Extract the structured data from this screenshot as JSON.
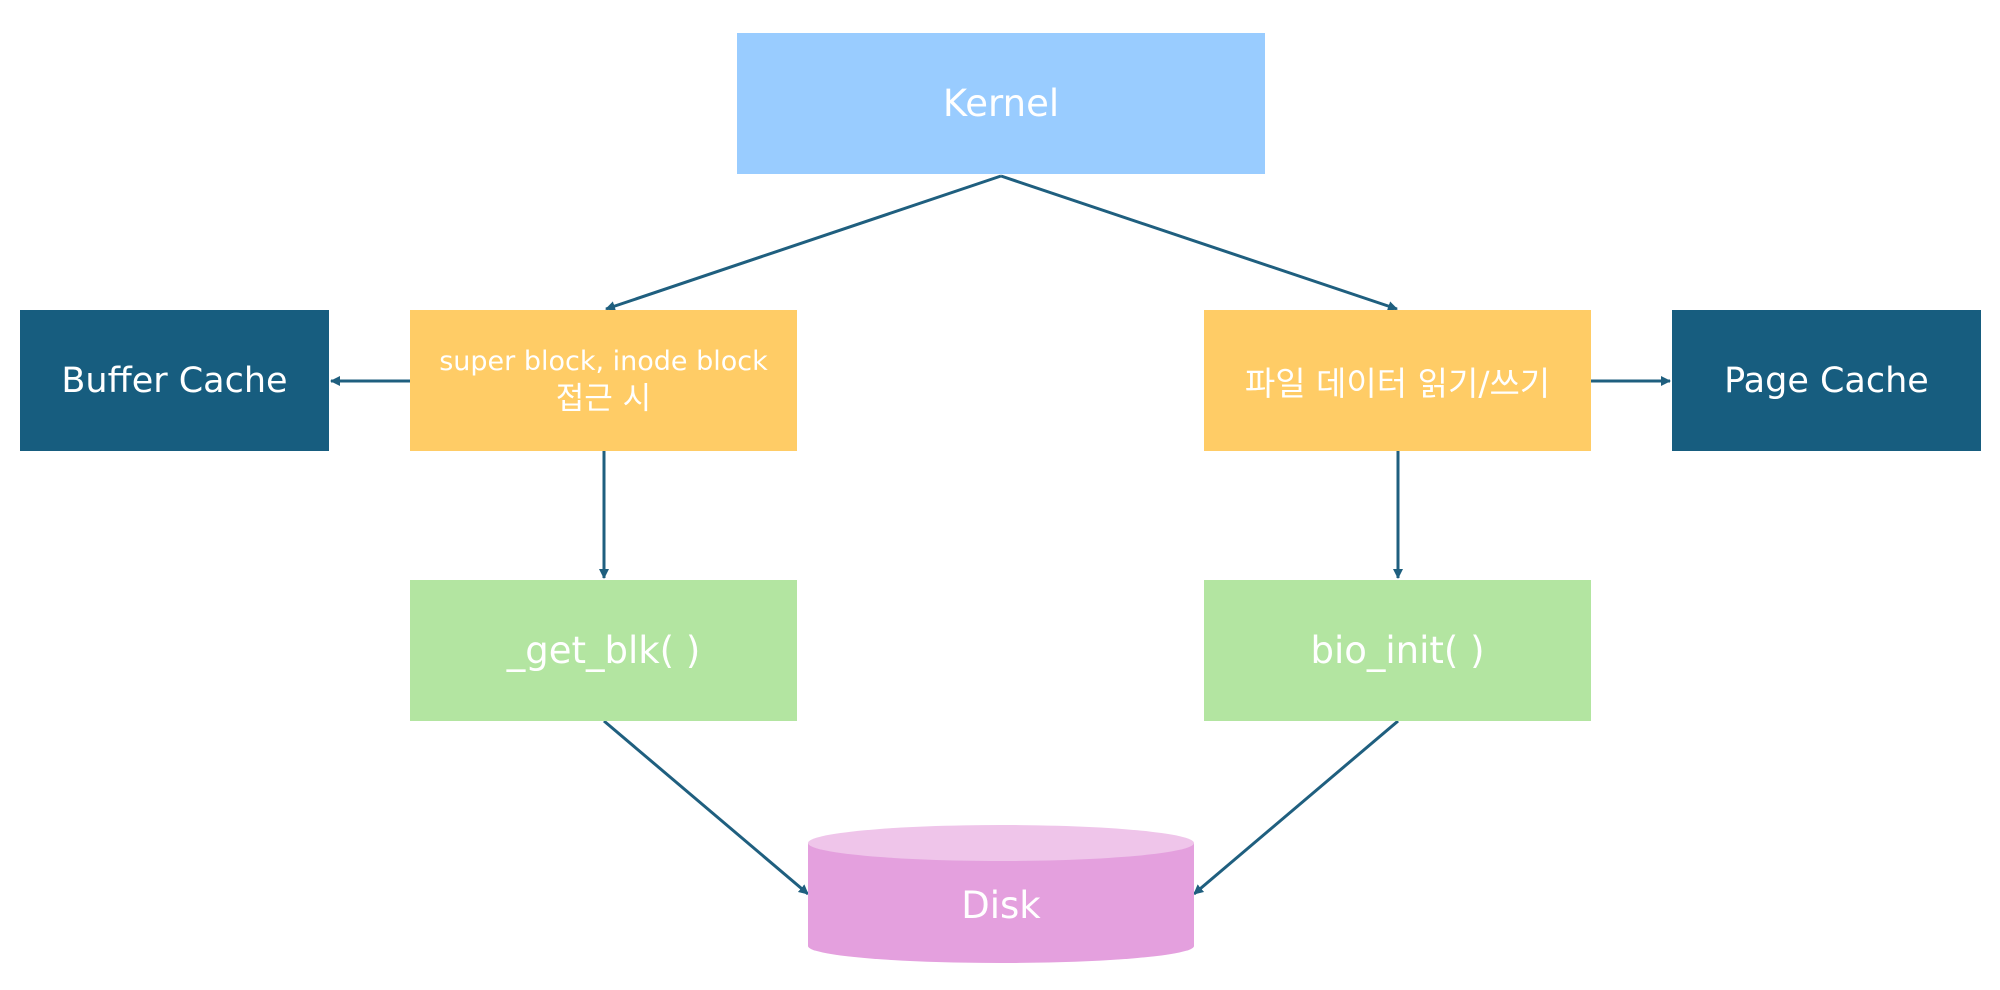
{
  "diagram": {
    "nodes": {
      "kernel": "Kernel",
      "access_line1": "super block, inode block",
      "access_line2": "접근 시",
      "file_data": "파일 데이터 읽기/쓰기",
      "buffer_cache": "Buffer Cache",
      "page_cache": "Page Cache",
      "get_blk": "_get_blk( )",
      "bio_init": "bio_init( )",
      "disk": "Disk"
    },
    "colors": {
      "kernel": "#99ccff",
      "process": "#ffcc66",
      "cache": "#175d7f",
      "function": "#b3e5a1",
      "disk_body": "#e4a0de",
      "disk_top": "#efc5ea",
      "arrow": "#1f5f7f",
      "text": "#ffffff"
    }
  }
}
